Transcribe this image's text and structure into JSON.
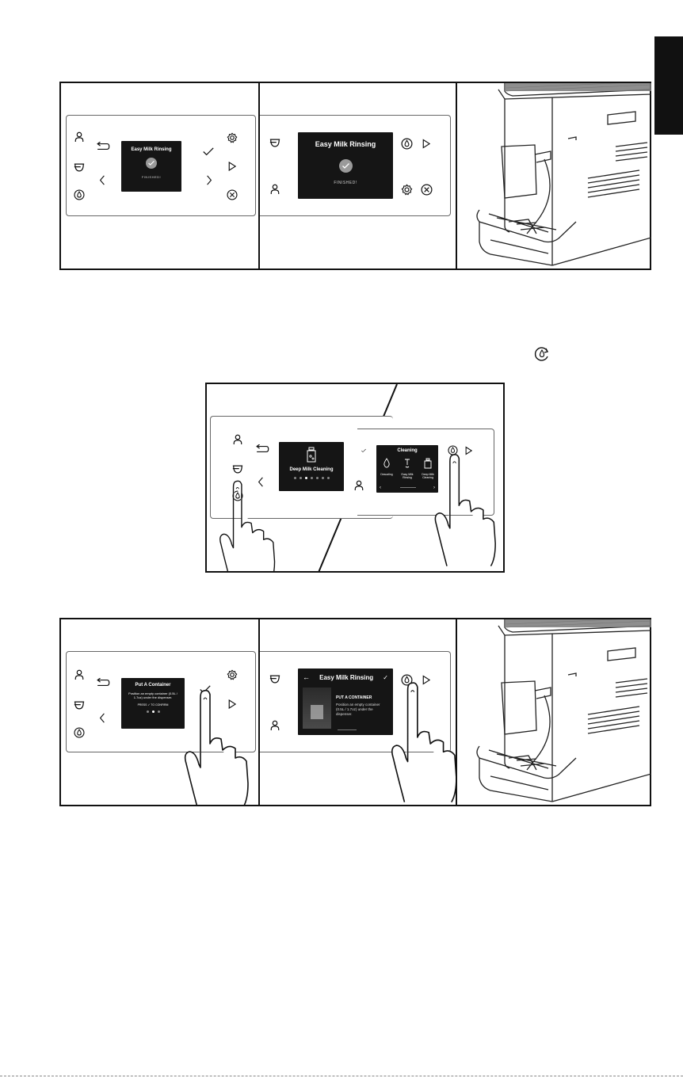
{
  "steps_top": {
    "panel1": {
      "screen_title": "Easy Milk Rinsing",
      "screen_status": "FINISHED!"
    },
    "panel2": {
      "screen_title": "Easy Milk Rinsing",
      "screen_status": "FINISHED!"
    }
  },
  "center_figure": {
    "left_screen": {
      "title": "Deep Milk Cleaning"
    },
    "right_screen": {
      "title": "Cleaning",
      "options": [
        "Descaling",
        "Easy Milk Rinsing",
        "Deep Milk Cleaning"
      ]
    }
  },
  "steps_bottom": {
    "panel1": {
      "screen_title": "Put A Container",
      "body": "Position an empty container (0.5L / 1.7oz) under the dispenser.",
      "press_label": "PRESS",
      "confirm_label": "TO CONFIRM"
    },
    "panel2": {
      "screen_title": "Easy Milk Rinsing",
      "heading": "PUT A CONTAINER",
      "body": "Position an empty container (0.5L / 1.7oz) under the dispenser."
    }
  },
  "icons": {
    "user": "user-icon",
    "back": "back-arrow-icon",
    "cup": "cup-icon",
    "drop": "water-drop-icon",
    "check": "check-icon",
    "play": "play-icon",
    "settings": "gear-icon",
    "cancel": "cancel-icon",
    "left": "chevron-left-icon",
    "right": "chevron-right-icon",
    "cleaning": "cleaning-cycle-icon"
  }
}
